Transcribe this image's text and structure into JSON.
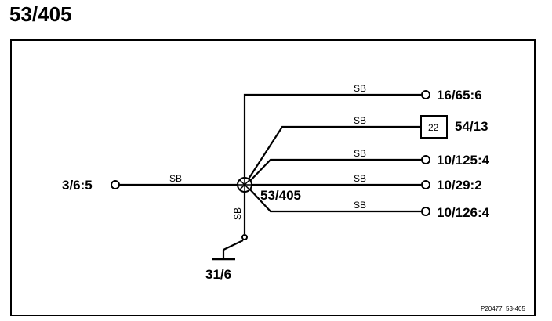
{
  "title": "53/405",
  "splice": {
    "label": "53/405",
    "icon": "splice-node-icon"
  },
  "left_terminal": {
    "label": "3/6:5",
    "wire": "SB"
  },
  "ground": {
    "label": "31/6",
    "wire": "SB",
    "icon": "ground-symbol-icon"
  },
  "branches": [
    {
      "label": "16/65:6",
      "wire": "SB"
    },
    {
      "label": "54/13",
      "wire": "SB",
      "box": "22"
    },
    {
      "label": "10/125:4",
      "wire": "SB"
    },
    {
      "label": "10/29:2",
      "wire": "SB"
    },
    {
      "label": "10/126:4",
      "wire": "SB"
    }
  ],
  "reference": "P20477  53-405"
}
